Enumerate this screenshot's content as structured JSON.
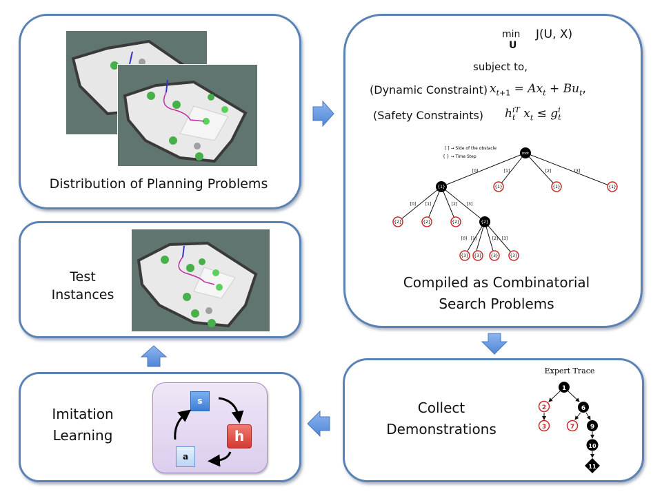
{
  "panels": {
    "distribution": {
      "label": "Distribution of Planning Problems"
    },
    "test": {
      "label_line1": "Test",
      "label_line2": "Instances"
    },
    "imitation": {
      "label_line1": "Imitation",
      "label_line2": "Learning"
    },
    "compiled": {
      "label_line1": "Compiled as Combinatorial",
      "label_line2": "Search Problems"
    },
    "collect": {
      "label_line1": "Collect",
      "label_line2": "Demonstrations"
    }
  },
  "optimization": {
    "min_op": "min",
    "min_sub": "U",
    "objective": "J(U, X)",
    "subject_to": "subject to,",
    "dynamic_label": "(Dynamic Constraint)",
    "dynamic_eq": "x_{t+1} = Ax_t + Bu_t,",
    "safety_label": "(Safety Constraints)",
    "safety_eq": "h_t^{iT} x_t ≤ g_t^i"
  },
  "search_tree": {
    "legend": [
      "[ ] → Side of the obstacle",
      "{ } → Time Step"
    ],
    "root": "root",
    "level1": [
      "{1}",
      "{1}",
      "{1}",
      "{1}"
    ],
    "level1_edges": [
      "[0]",
      "[1]",
      "[2]",
      "[3]"
    ],
    "level2": [
      "{2}",
      "{2}",
      "{2}",
      "{2}"
    ],
    "level2_edges": [
      "[0]",
      "[1]",
      "[2]",
      "[3]"
    ],
    "level3": [
      "{3}",
      "{3}",
      "{3}",
      "{3}"
    ],
    "level3_edges": [
      "[0]",
      "[1]",
      "[2]",
      "[3]"
    ]
  },
  "expert_trace": {
    "title": "Expert Trace",
    "nodes": [
      "1",
      "2",
      "3",
      "6",
      "7",
      "9",
      "10",
      "11"
    ]
  },
  "imitation_cycle": {
    "state": "s",
    "policy": "h",
    "action": "a"
  },
  "colors": {
    "panel_border": "#5b82b4",
    "arrow_fill": "#6c9be0",
    "expanded_node": "#000000",
    "pruned_node": "#cc2a2a",
    "cycle_bg": "#e6dcf1",
    "state_box": "#4f8fe0",
    "policy_box": "#e0453c",
    "action_box": "#cfe1fa"
  }
}
